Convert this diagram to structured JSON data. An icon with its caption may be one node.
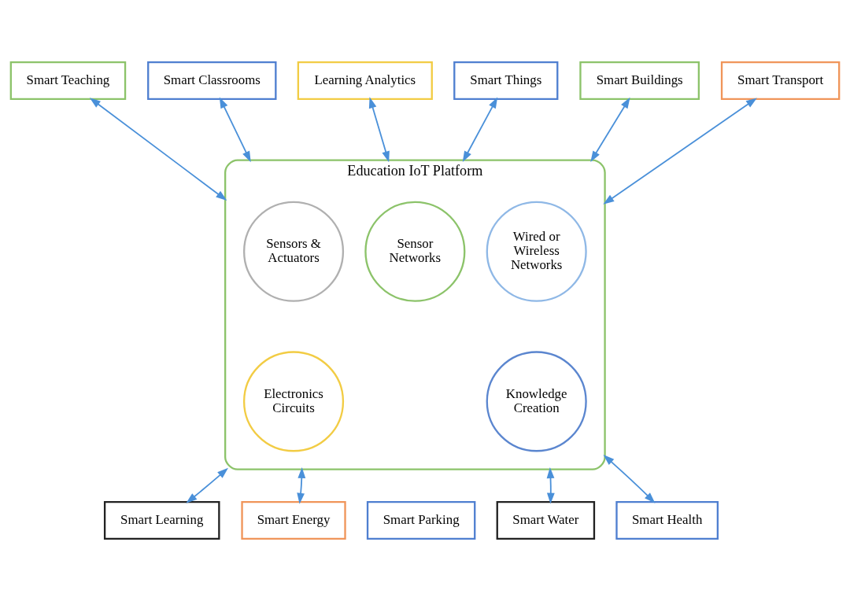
{
  "diagram": {
    "nodes": [
      {
        "text": [
          "Education IoT Platform"
        ]
      },
      {
        "text": [
          "Sensor Networks"
        ],
        "in": 0
      },
      {
        "text": [
          "Sensors & Actuators"
        ],
        "in": 0
      },
      {
        "text": [
          "Wired or Wireless Networks"
        ],
        "in": 0
      },
      {
        "text": [
          "Electronics Circuits"
        ],
        "in": 0
      },
      {
        "text": [
          "Knowledge Creation"
        ],
        "in": 0
      },
      {
        "text": [
          "Learning Analytics"
        ]
      },
      {
        "text": [
          "Smart Things"
        ]
      },
      {
        "text": [
          "Smart Classrooms"
        ]
      },
      {
        "text": [
          "Smart Buildings"
        ]
      },
      {
        "text": [
          "Smart Teaching"
        ]
      },
      {
        "text": [
          "Smart Transport"
        ]
      },
      {
        "text": [
          "Smart Learning"
        ]
      },
      {
        "text": [
          "Smart Health"
        ]
      },
      {
        "text": [
          "Smart Energy"
        ]
      },
      {
        "text": [
          "Smart Water"
        ]
      },
      {
        "text": [
          "Smart Parking"
        ]
      }
    ],
    "edges": [
      {
        "from": 6,
        "to": 0,
        "arrow": "both"
      },
      {
        "from": 7,
        "to": 0,
        "arrow": "both"
      },
      {
        "from": 8,
        "to": 0,
        "arrow": "both"
      },
      {
        "from": 9,
        "to": 0,
        "arrow": "both"
      },
      {
        "from": 10,
        "to": 0,
        "arrow": "both"
      },
      {
        "from": 11,
        "to": 0,
        "arrow": "both"
      },
      {
        "from": 12,
        "to": 0,
        "arrow": "both"
      },
      {
        "from": 13,
        "to": 0,
        "arrow": "both"
      },
      {
        "from": 14,
        "to": 0,
        "arrow": "both"
      },
      {
        "from": 15,
        "to": 0,
        "arrow": "both"
      }
    ]
  }
}
